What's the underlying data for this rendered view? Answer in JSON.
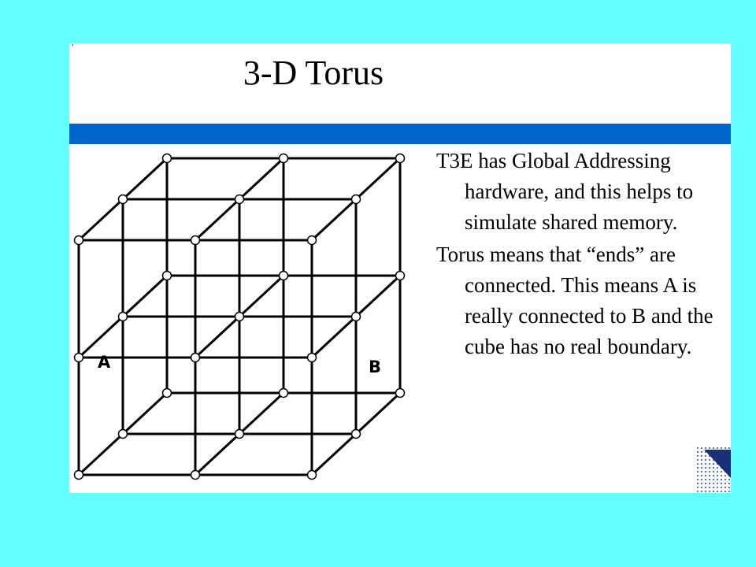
{
  "slide": {
    "corner_mark": "ʿ",
    "title": "3-D Torus",
    "bullets": [
      "T3E has Global Addressing hardware, and this helps to simulate shared memory.",
      "Torus means that “ends” are connected. This means A is really connected to B and the cube has no real boundary."
    ]
  },
  "diagram": {
    "node_labels": {
      "a": "A",
      "b": "B"
    }
  },
  "colors": {
    "background": "#66ffff",
    "slide": "#ffffff",
    "band": "#0066cc",
    "grid_line": "#000000"
  },
  "icons": [
    "corner-triangle-icon"
  ]
}
